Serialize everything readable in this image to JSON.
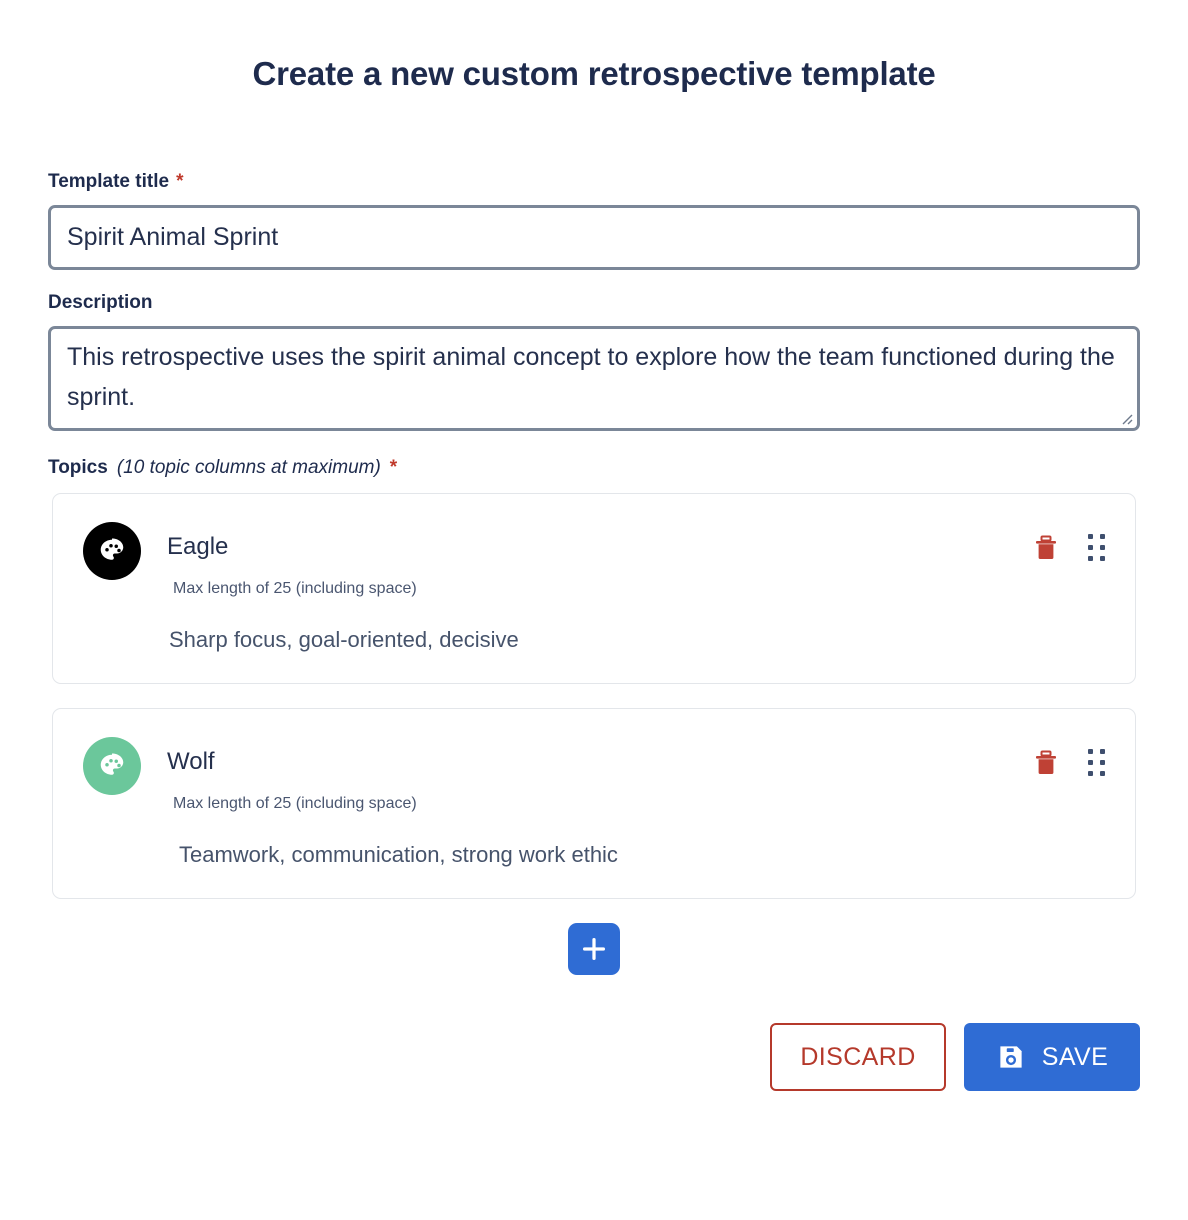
{
  "page": {
    "title": "Create a new custom retrospective template"
  },
  "form": {
    "template_title": {
      "label": "Template title",
      "required_marker": "*",
      "value": "Spirit Animal Sprint",
      "placeholder": ""
    },
    "description": {
      "label": "Description",
      "value": "This retrospective uses the spirit animal concept to explore how the team functioned during the sprint.",
      "placeholder": ""
    },
    "topics": {
      "label": "Topics",
      "hint": "(10 topic columns at maximum)",
      "required_marker": "*",
      "items": [
        {
          "name": "Eagle",
          "helper": "Max length of 25 (including space)",
          "description": "Sharp focus, goal-oriented, decisive",
          "color": "#000000",
          "swatch_icon": "palette-icon",
          "delete_icon": "trash-icon",
          "drag_icon": "drag-handle-icon"
        },
        {
          "name": "Wolf",
          "helper": "Max length of 25 (including space)",
          "description": "Teamwork, communication, strong work ethic",
          "color": "#6bc79b",
          "swatch_icon": "palette-icon",
          "delete_icon": "trash-icon",
          "drag_icon": "drag-handle-icon"
        }
      ],
      "add_button": {
        "icon": "plus-icon",
        "label": ""
      }
    }
  },
  "footer": {
    "discard_label": "DISCARD",
    "save_label": "SAVE",
    "save_icon": "floppy-disk-save-icon"
  },
  "colors": {
    "accent_blue": "#2f6cd4",
    "danger_red": "#b5392b",
    "trash_red": "#bf4135",
    "text_navy": "#25304d",
    "input_border": "#7b8798",
    "card_border": "#e3e6ea"
  }
}
